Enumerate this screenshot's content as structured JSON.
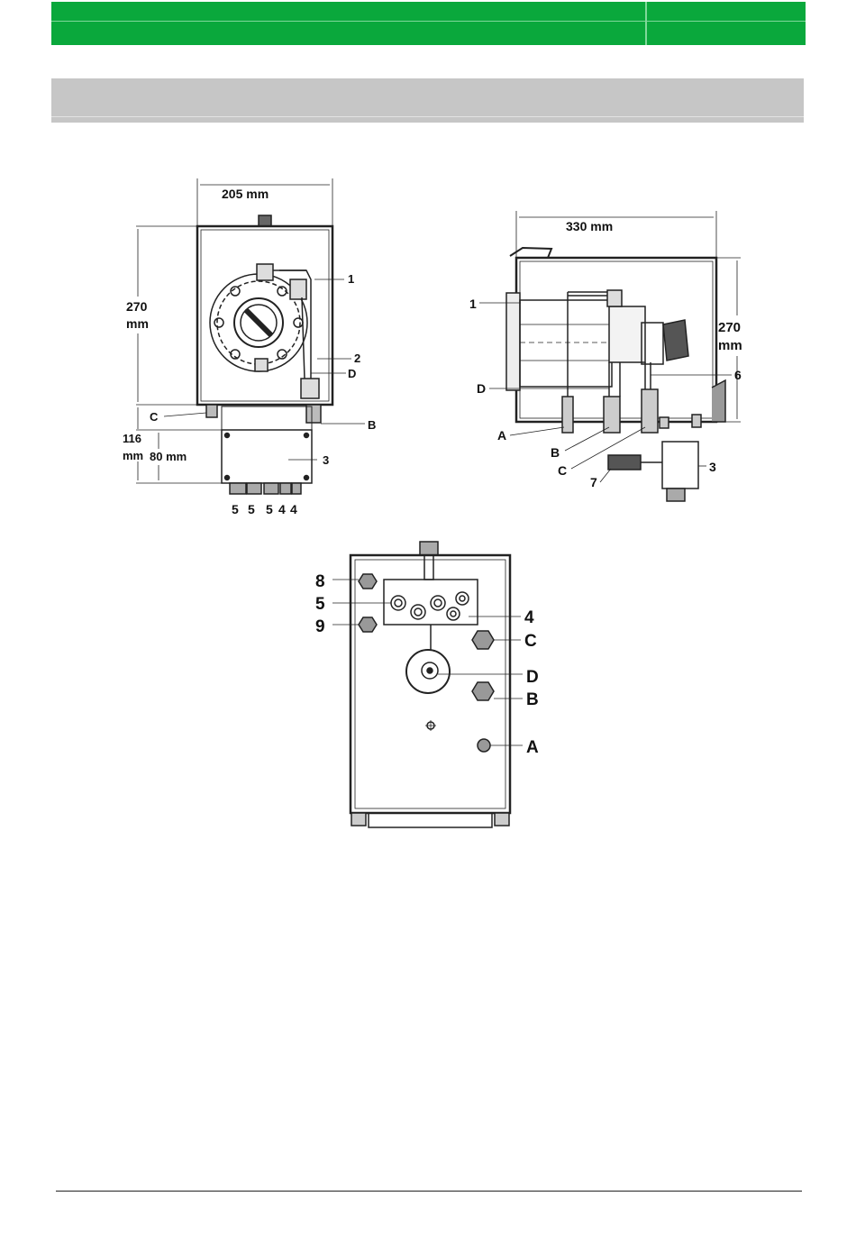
{
  "header": {
    "accent_color": "#0aa83c",
    "band_color": "#c6c6c6"
  },
  "front_view": {
    "width": "205 mm",
    "height_value": "270",
    "height_unit": "mm",
    "lower_total_value": "116",
    "lower_total_unit": "mm",
    "box_height": "80 mm",
    "labels": {
      "l1": "1",
      "l2": "2",
      "lD": "D",
      "lC": "C",
      "lB": "B",
      "l3": "3"
    },
    "bottom_labels": [
      "5",
      "5",
      "5",
      "4",
      "4"
    ]
  },
  "side_view": {
    "width": "330 mm",
    "height_value": "270",
    "height_unit": "mm",
    "labels": {
      "l1": "1",
      "lD": "D",
      "lA": "A",
      "lB": "B",
      "lC": "C",
      "l7": "7",
      "l3": "3",
      "l6": "6"
    }
  },
  "bottom_view": {
    "labels": {
      "l8": "8",
      "l5": "5",
      "l9": "9",
      "l4": "4",
      "lC": "C",
      "lD": "D",
      "lB": "B",
      "lA": "A"
    }
  }
}
